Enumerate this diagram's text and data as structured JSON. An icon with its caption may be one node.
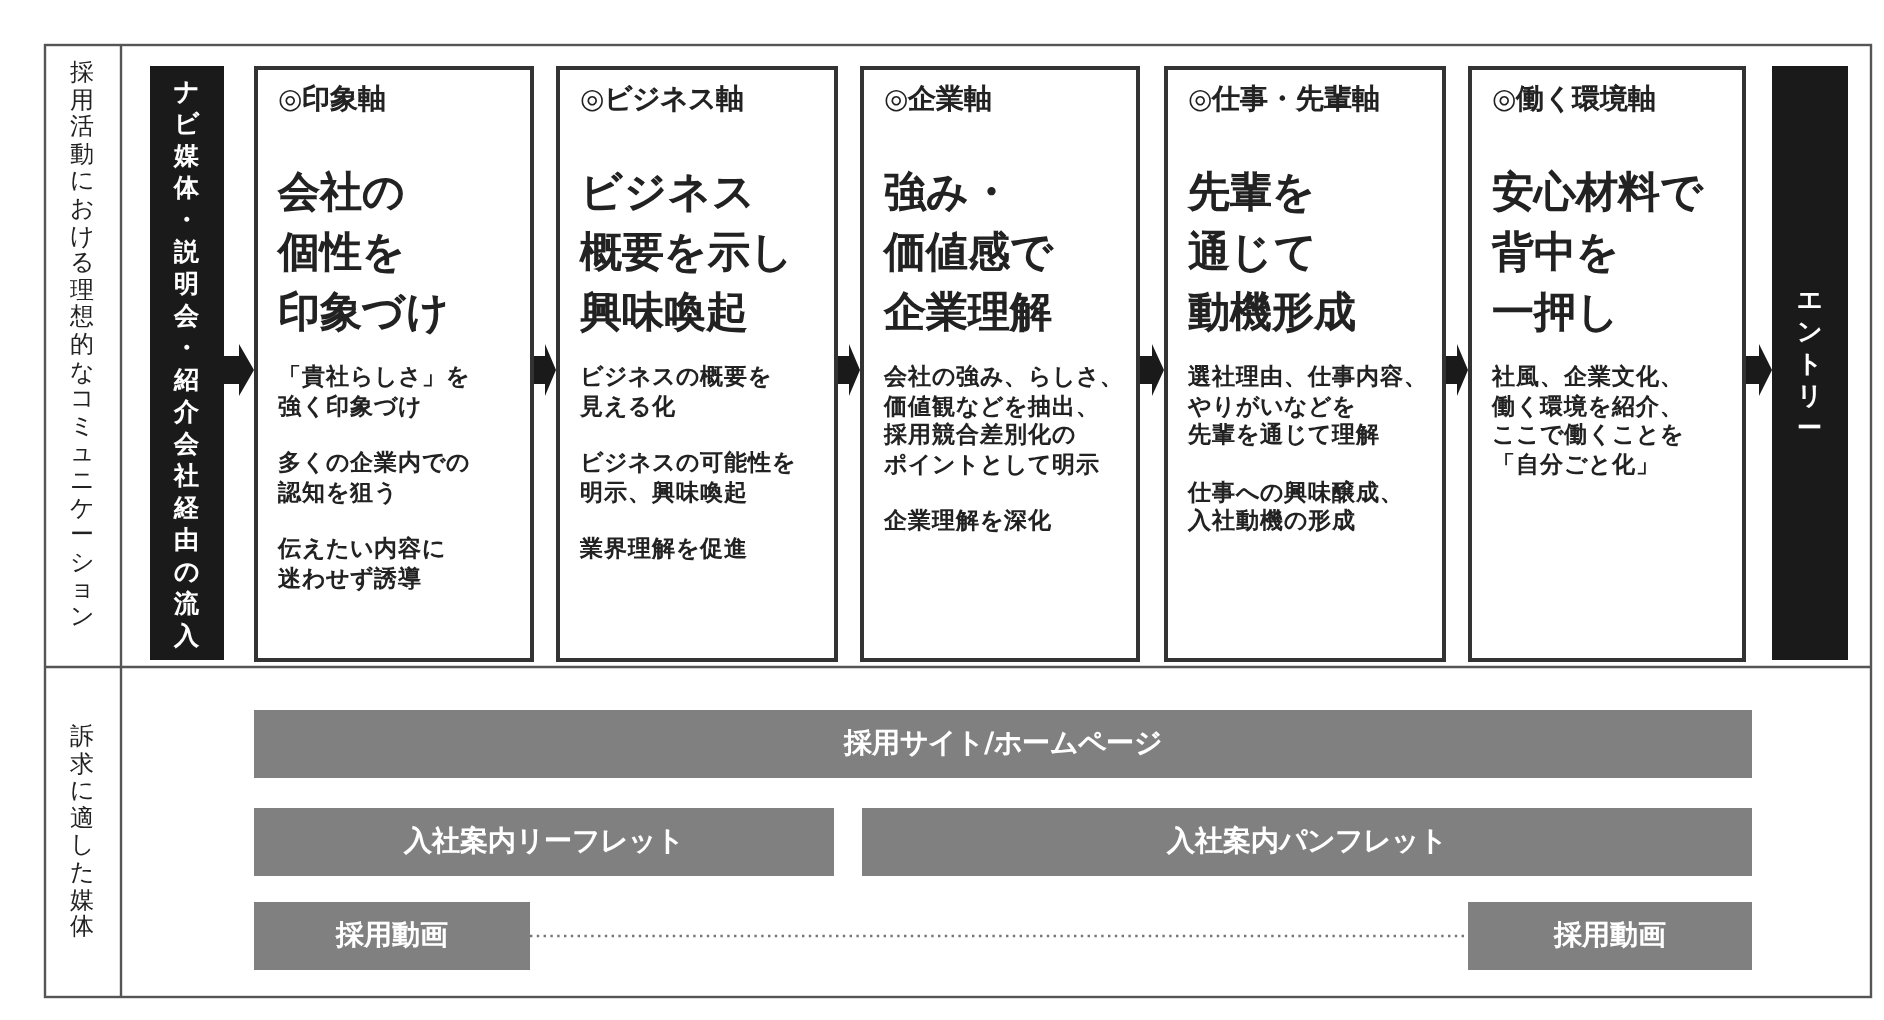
{
  "diagram": {
    "nodes": [
      {
        "text": [
          "ナビ媒体・説明会・紹介会社経由の流入"
        ]
      },
      {
        "text": [
          "◎印象軸",
          "会社の個性を印象づけ",
          "「貴社らしさ」を強く印象づけ",
          "多くの企業内での認知を狙う",
          "伝えたい内容に迷わせず誘導"
        ]
      },
      {
        "text": [
          "◎ビジネス軸",
          "ビジネス概要を示し興味喚起",
          "ビジネスの概要を見える化",
          "ビジネスの可能性を明示、興味喚起",
          "業界理解を促進"
        ]
      },
      {
        "text": [
          "◎企業軸",
          "強み・価値感で企業理解",
          "会社の強み、らしさ、価値観などを抽出、採用競合差別化のポイントとして明示",
          "企業理解を深化"
        ]
      },
      {
        "text": [
          "◎仕事・先輩軸",
          "先輩を通じて動機形成",
          "選社理由、仕事内容、やりがいなどを先輩を通じて理解",
          "仕事への興味醸成、入社動機の形成"
        ]
      },
      {
        "text": [
          "◎働く環境軸",
          "安心材料で背中を一押し",
          "社風、企業文化、働く環境を紹介、ここで働くことを「自分ごと化」"
        ]
      },
      {
        "text": [
          "エントリー"
        ]
      },
      {
        "text": [
          "採用サイト/ホームページ"
        ]
      },
      {
        "text": [
          "入社案内リーフレット"
        ]
      },
      {
        "text": [
          "入社案内パンフレット"
        ]
      },
      {
        "text": [
          "採用動画"
        ]
      },
      {
        "text": [
          "採用動画"
        ]
      }
    ],
    "edges": [
      {
        "from": 0,
        "to": 1,
        "arrow": "to"
      },
      {
        "from": 1,
        "to": 2,
        "arrow": "to"
      },
      {
        "from": 2,
        "to": 3,
        "arrow": "to"
      },
      {
        "from": 3,
        "to": 4,
        "arrow": "to"
      },
      {
        "from": 4,
        "to": 5,
        "arrow": "to"
      },
      {
        "from": 5,
        "to": 6,
        "arrow": "to"
      },
      {
        "from": 10,
        "to": 11,
        "arrow": "none",
        "style": "dashed"
      }
    ],
    "labels": [
      "採用活動における理想的なコミュニケーション",
      "訴求に適した媒体"
    ]
  }
}
